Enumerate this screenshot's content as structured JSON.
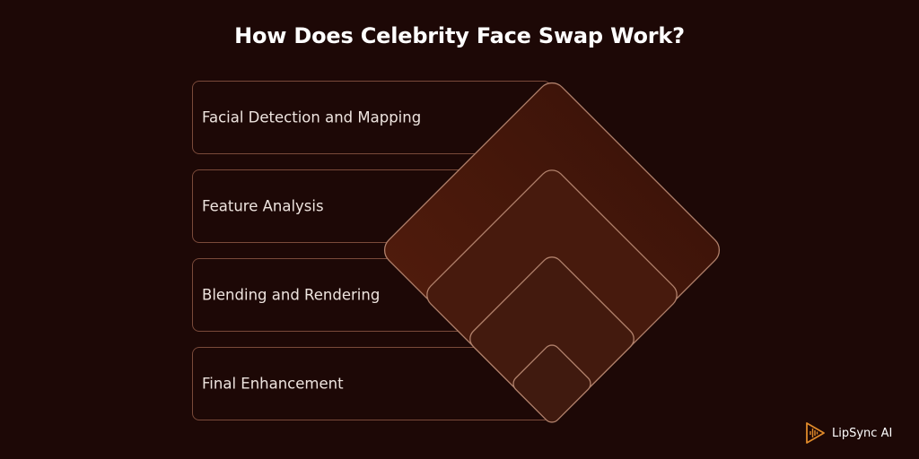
{
  "title": "How Does Celebrity Face Swap Work?",
  "steps": [
    {
      "label": "Facial Detection and Mapping"
    },
    {
      "label": "Feature Analysis"
    },
    {
      "label": "Blending and Rendering"
    },
    {
      "label": "Final Enhancement"
    }
  ],
  "logo": {
    "name": "LipSync AI",
    "icon": "waveform-icon"
  },
  "colors": {
    "background": "#1d0806",
    "box_border": "#7a4a3a",
    "diamond_fill": "#4a190c",
    "diamond_border": "#b0806b",
    "logo_accent": "#e08a2a"
  }
}
